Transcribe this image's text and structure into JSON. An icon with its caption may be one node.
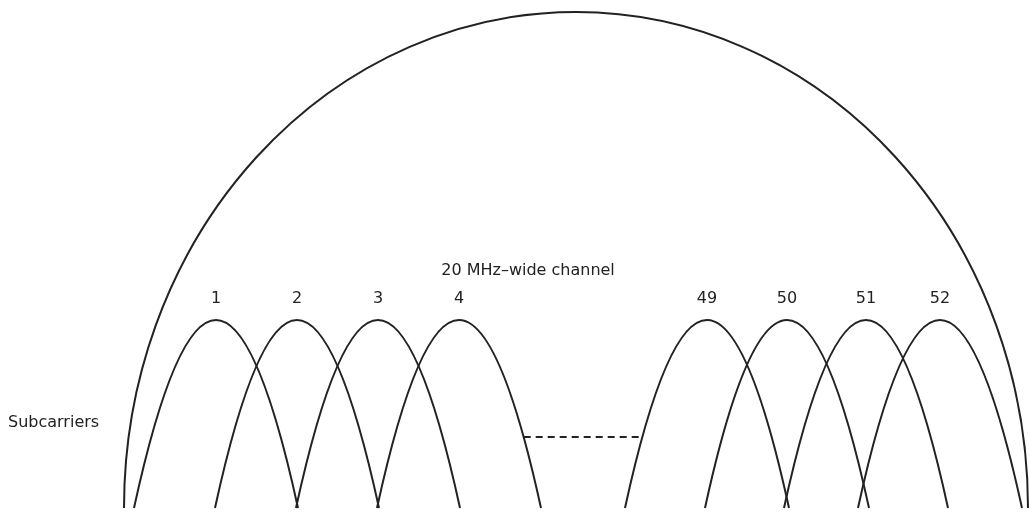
{
  "diagram": {
    "nodes": [
      {
        "text": [
          "20 MHz–wide channel"
        ]
      },
      {
        "text": [
          "1"
        ],
        "in": 0
      },
      {
        "text": [
          "2"
        ],
        "in": 0
      },
      {
        "text": [
          "3"
        ],
        "in": 0
      },
      {
        "text": [
          "4"
        ],
        "in": 0
      },
      {
        "text": [
          "49"
        ],
        "in": 0
      },
      {
        "text": [
          "50"
        ],
        "in": 0
      },
      {
        "text": [
          "51"
        ],
        "in": 0
      },
      {
        "text": [
          "52"
        ],
        "in": 0
      }
    ],
    "edges": [
      {
        "from": 4,
        "to": 5,
        "arrow": "none",
        "style": "dashed"
      }
    ],
    "labels": [
      "Subcarriers"
    ]
  }
}
